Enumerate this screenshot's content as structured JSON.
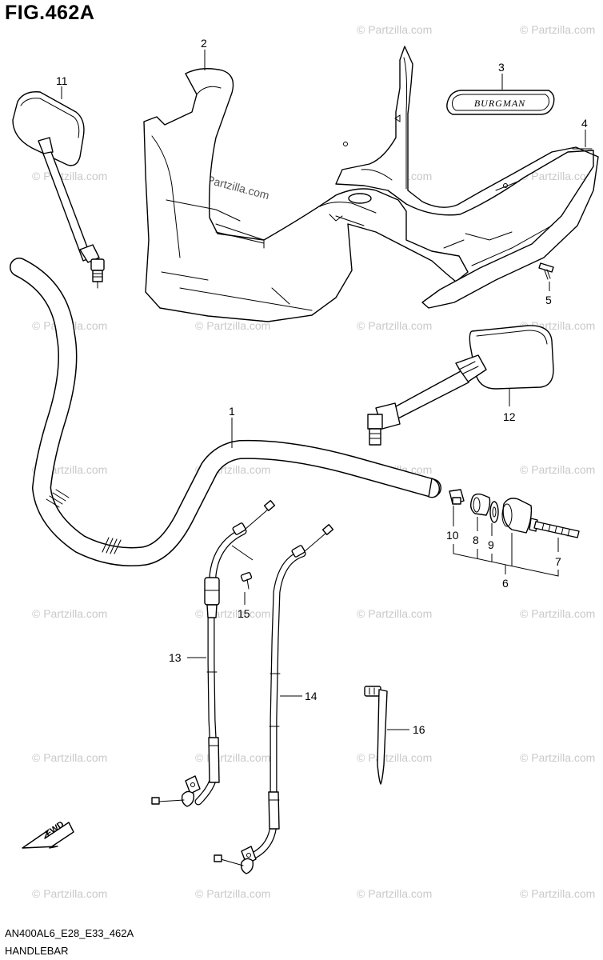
{
  "figure": {
    "title": "FIG.462A",
    "code": "AN400AL6_E28_E33_462A",
    "name": "HANDLEBAR",
    "watermark": "© Partzilla.com",
    "fwd_label": "FWD",
    "logo_text": "BURGMAN"
  },
  "callouts": {
    "c1": "1",
    "c2": "2",
    "c3": "3",
    "c4": "4",
    "c5": "5",
    "c6": "6",
    "c7": "7",
    "c8": "8",
    "c9": "9",
    "c10": "10",
    "c11": "11",
    "c12": "12",
    "c13": "13",
    "c14": "14",
    "c15": "15",
    "c16": "16"
  },
  "parts": [
    {
      "ref": "1",
      "item": "handlebar"
    },
    {
      "ref": "2",
      "item": "inner-cover"
    },
    {
      "ref": "3",
      "item": "emblem"
    },
    {
      "ref": "4",
      "item": "cover-side"
    },
    {
      "ref": "5",
      "item": "screw"
    },
    {
      "ref": "6",
      "item": "balancer-set"
    },
    {
      "ref": "7",
      "item": "bolt"
    },
    {
      "ref": "8",
      "item": "spacer"
    },
    {
      "ref": "9",
      "item": "washer"
    },
    {
      "ref": "10",
      "item": "nut"
    },
    {
      "ref": "11",
      "item": "mirror-left"
    },
    {
      "ref": "12",
      "item": "mirror-right"
    },
    {
      "ref": "13",
      "item": "cable-1"
    },
    {
      "ref": "14",
      "item": "cable-2"
    },
    {
      "ref": "15",
      "item": "screw"
    },
    {
      "ref": "16",
      "item": "wire"
    }
  ]
}
